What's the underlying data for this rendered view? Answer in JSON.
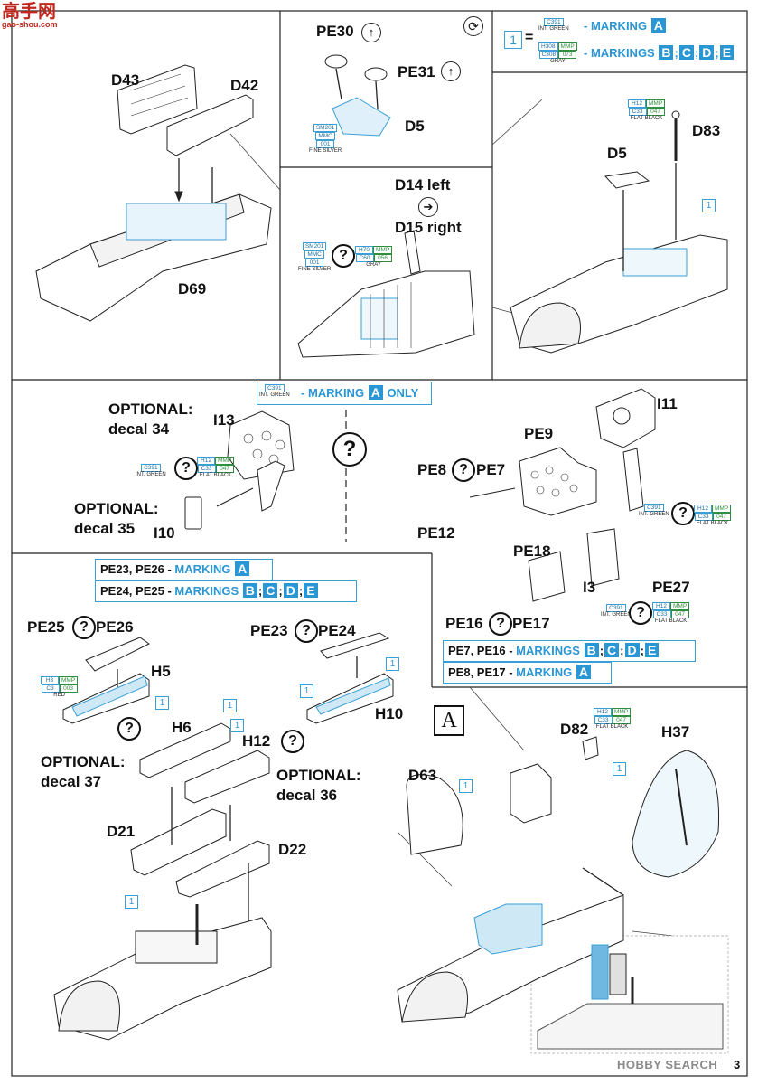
{
  "watermark": {
    "logo_text": "高手网",
    "logo_sub": "gao-shou.com",
    "footer_logo": "HOBBY SEARCH",
    "page_num": "3"
  },
  "labels": {
    "D43": "D43",
    "D42": "D42",
    "D69": "D69",
    "PE30": "PE30",
    "PE31": "PE31",
    "D5a": "D5",
    "D14": "D14 left",
    "D15": "D15 right",
    "D5b": "D5",
    "D83": "D83",
    "opt34a": "OPTIONAL:",
    "opt34b": "decal 34",
    "I13": "I13",
    "opt35a": "OPTIONAL:",
    "opt35b": "decal 35",
    "I10": "I10",
    "I11": "I11",
    "PE9": "PE9",
    "PE8": "PE8",
    "PE7": "PE7",
    "PE12": "PE12",
    "PE18": "PE18",
    "I3": "I3",
    "PE27": "PE27",
    "PE16": "PE16",
    "PE17": "PE17",
    "PE25": "PE25",
    "PE26": "PE26",
    "H5": "H5",
    "PE23": "PE23",
    "PE24": "PE24",
    "H10": "H10",
    "H6": "H6",
    "H12": "H12",
    "opt37a": "OPTIONAL:",
    "opt37b": "decal 37",
    "opt36a": "OPTIONAL:",
    "opt36b": "decal 36",
    "D21": "D21",
    "D22": "D22",
    "boxA": "A",
    "D82": "D82",
    "H37": "H37",
    "D63": "D63"
  },
  "markings": {
    "legend_eq": "=",
    "legend_num": "1",
    "m1": "MARKING",
    "m1_letters": [
      "A"
    ],
    "m2": "MARKINGS",
    "m2_letters": [
      "B",
      "C",
      "D",
      "E"
    ],
    "onlyA": "MARKING",
    "onlyA_letter": "A",
    "onlyA_suffix": "ONLY",
    "pe2326": "PE23, PE26 - ",
    "pe2326_mk": "MARKING",
    "pe2326_letters": [
      "A"
    ],
    "pe2425": "PE24, PE25 - ",
    "pe2425_mk": "MARKINGS",
    "pe2425_letters": [
      "B",
      "C",
      "D",
      "E"
    ],
    "pe716": "PE7, PE16 - ",
    "pe716_mk": "MARKINGS",
    "pe716_letters": [
      "B",
      "C",
      "D",
      "E"
    ],
    "pe817": "PE8, PE17 - ",
    "pe817_mk": "MARKING",
    "pe817_letters": [
      "A"
    ]
  },
  "paints": {
    "c391": {
      "code": "C391",
      "name": "INT. GREEN"
    },
    "h308": {
      "h": "H308",
      "mmp": "MMP",
      "c": "C308",
      "n": "073",
      "name": "GRAY"
    },
    "sm201": {
      "sm": "SM201",
      "mmc": "MMC",
      "n": "001",
      "name": "FINE SILVER"
    },
    "h12": {
      "h": "H12",
      "mmp": "MMP",
      "c": "C33",
      "n": "047",
      "name": "FLAT BLACK"
    },
    "h70": {
      "h": "H70",
      "mmp": "MMP",
      "c": "C60",
      "n": "056",
      "name": "GRAY"
    },
    "h3": {
      "h": "H3",
      "mmp": "MMP",
      "c": "C3",
      "n": "003",
      "name": "RED"
    }
  },
  "symbols": {
    "q": "?",
    "one": "1"
  }
}
